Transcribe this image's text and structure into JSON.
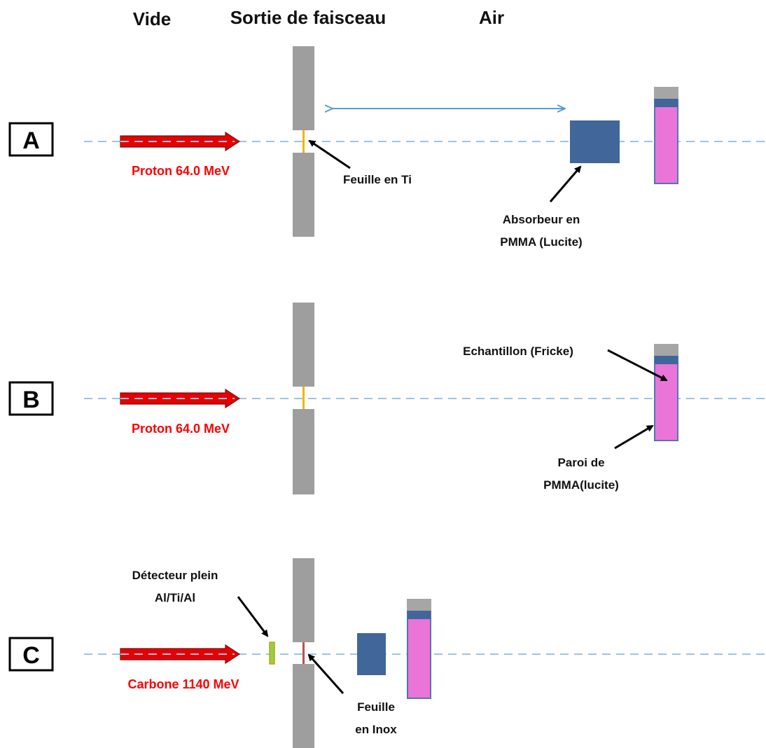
{
  "headers": {
    "vacuum": "Vide",
    "beam_exit": "Sortie de faisceau",
    "air": "Air"
  },
  "colors": {
    "beam_arrow": "#e60000",
    "beam_label": "#ff0000",
    "beam_axis": "#9dc3e6",
    "window_block": "#9e9e9e",
    "absorber": "#41669a",
    "sample_fill": "#ea74d8",
    "sample_border": "#4f78b0",
    "sample_cap": "#a6a6a6",
    "ti_foil": "#f4b400",
    "steel_foil": "#c0504d",
    "detector": "#92d050",
    "distance_arrow": "#5b9bd5"
  },
  "panels": [
    {
      "letter": "A",
      "beam_label": "Proton 64.0  MeV",
      "foil_label": "Feuille en Ti",
      "absorber_label_1": "Absorbeur en",
      "absorber_label_2": "PMMA (Lucite)"
    },
    {
      "letter": "B",
      "beam_label": "Proton 64.0  MeV",
      "sample_label": "Echantillon (Fricke)",
      "wall_label_1": "Paroi de",
      "wall_label_2": "PMMA(lucite)"
    },
    {
      "letter": "C",
      "beam_label": "Carbone 1140  MeV",
      "detector_label_1": "Détecteur plein",
      "detector_label_2": "Al/Ti/Al",
      "foil_label_1": "Feuille",
      "foil_label_2": "en Inox"
    }
  ]
}
